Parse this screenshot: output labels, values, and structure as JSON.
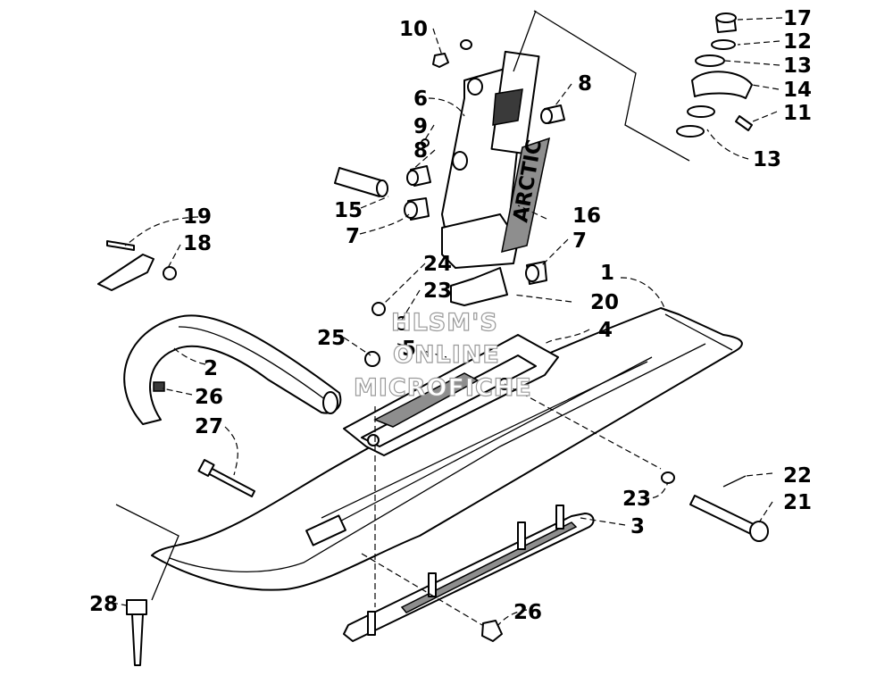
{
  "diagram": {
    "callouts": [
      {
        "id": "c1",
        "text": "1"
      },
      {
        "id": "c2",
        "text": "2"
      },
      {
        "id": "c3",
        "text": "3"
      },
      {
        "id": "c4",
        "text": "4"
      },
      {
        "id": "c5",
        "text": "5"
      },
      {
        "id": "c6",
        "text": "6"
      },
      {
        "id": "c7a",
        "text": "7"
      },
      {
        "id": "c7b",
        "text": "7"
      },
      {
        "id": "c8a",
        "text": "8"
      },
      {
        "id": "c8b",
        "text": "8"
      },
      {
        "id": "c9",
        "text": "9"
      },
      {
        "id": "c10",
        "text": "10"
      },
      {
        "id": "c11",
        "text": "11"
      },
      {
        "id": "c12",
        "text": "12"
      },
      {
        "id": "c13a",
        "text": "13"
      },
      {
        "id": "c13b",
        "text": "13"
      },
      {
        "id": "c14",
        "text": "14"
      },
      {
        "id": "c15",
        "text": "15"
      },
      {
        "id": "c16",
        "text": "16"
      },
      {
        "id": "c17",
        "text": "17"
      },
      {
        "id": "c18",
        "text": "18"
      },
      {
        "id": "c19",
        "text": "19"
      },
      {
        "id": "c20",
        "text": "20"
      },
      {
        "id": "c21",
        "text": "21"
      },
      {
        "id": "c22",
        "text": "22"
      },
      {
        "id": "c23a",
        "text": "23"
      },
      {
        "id": "c23b",
        "text": "23"
      },
      {
        "id": "c24",
        "text": "24"
      },
      {
        "id": "c25",
        "text": "25"
      },
      {
        "id": "c26a",
        "text": "26"
      },
      {
        "id": "c26b",
        "text": "26"
      },
      {
        "id": "c27",
        "text": "27"
      },
      {
        "id": "c28",
        "text": "28"
      }
    ],
    "decal_text": "ARCTIC",
    "watermark": {
      "line1": "HLSM'S",
      "line2": "ONLINE",
      "line3": "MICROFICHE"
    }
  }
}
